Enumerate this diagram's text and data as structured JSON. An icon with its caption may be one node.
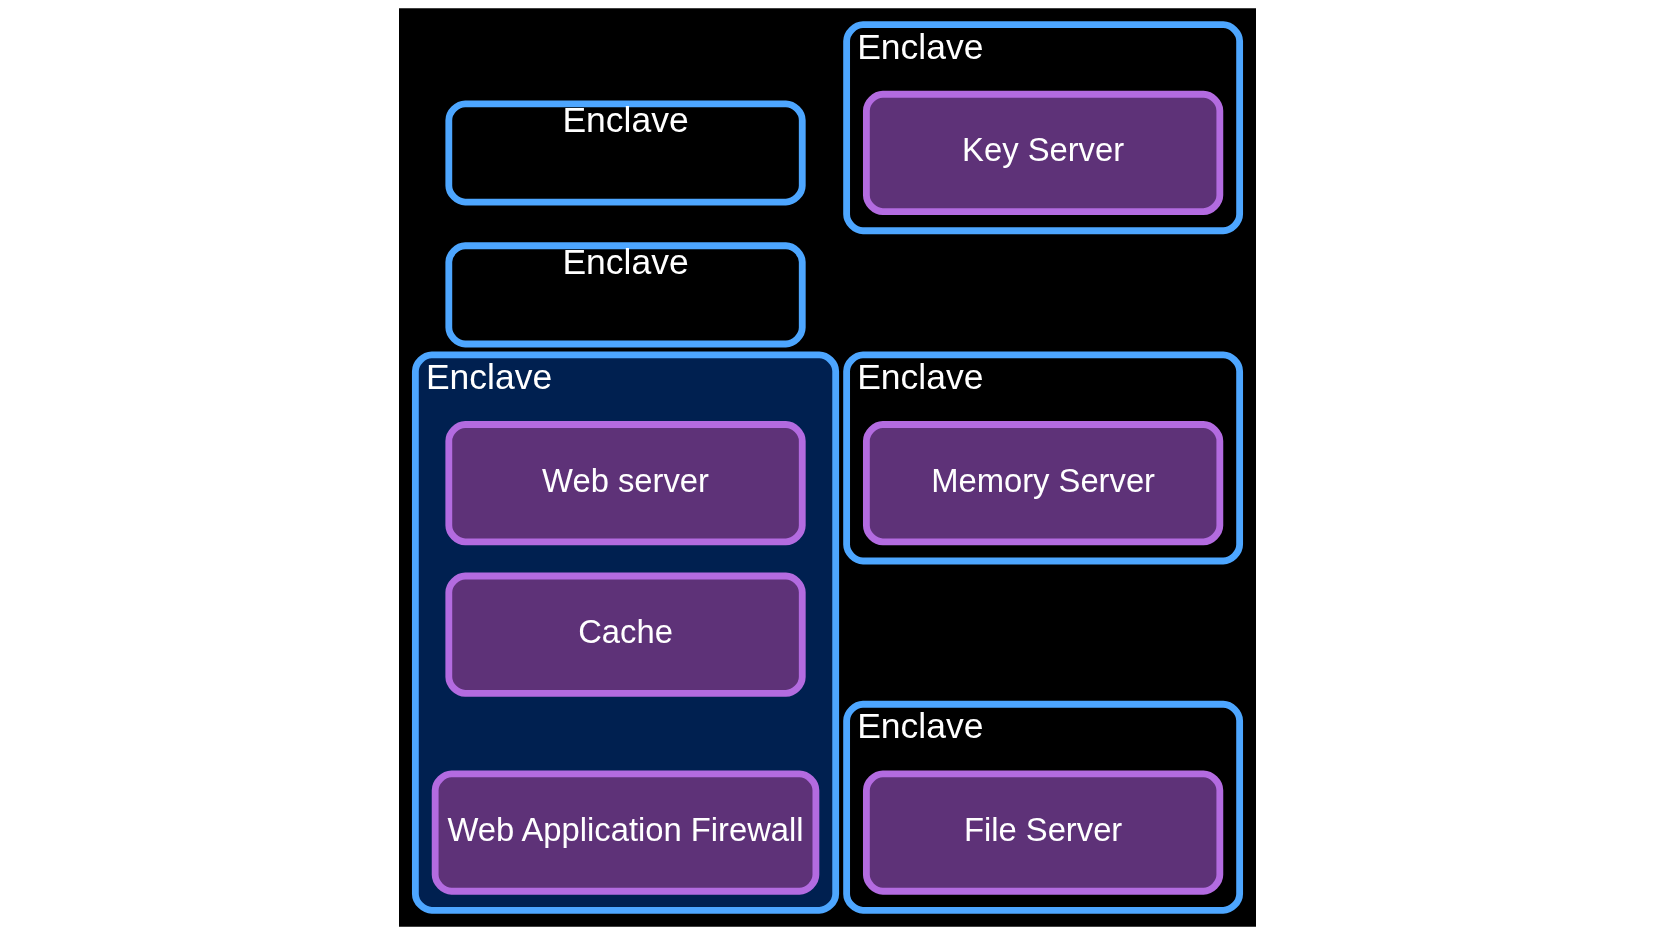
{
  "diagram": {
    "nodes": [
      {
        "text": [
          "Enclave"
        ]
      },
      {
        "text": [
          "Enclave"
        ]
      },
      {
        "text": [
          "Enclave"
        ]
      },
      {
        "text": [
          "Web server"
        ],
        "in": 2
      },
      {
        "text": [
          "Cache"
        ],
        "in": 2
      },
      {
        "text": [
          "Web Application Firewall"
        ],
        "in": 2
      },
      {
        "text": [
          "Enclave"
        ]
      },
      {
        "text": [
          "Key Server"
        ],
        "in": 6
      },
      {
        "text": [
          "Enclave"
        ]
      },
      {
        "text": [
          "Memory Server"
        ],
        "in": 8
      },
      {
        "text": [
          "Enclave"
        ]
      },
      {
        "text": [
          "File Server"
        ],
        "in": 10
      }
    ]
  }
}
